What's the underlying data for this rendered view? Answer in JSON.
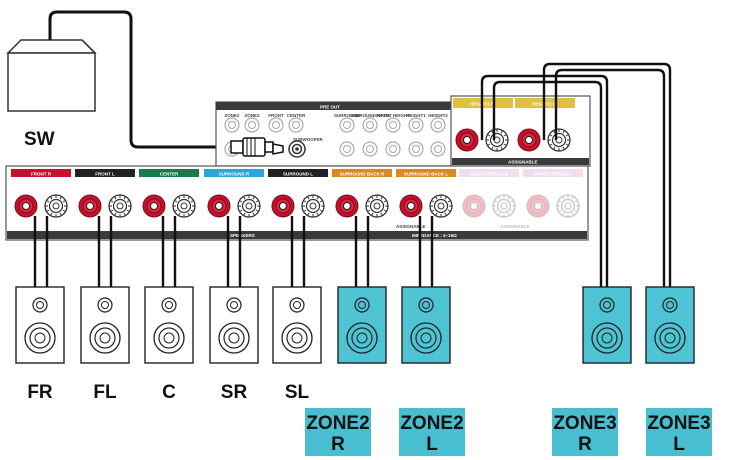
{
  "subwoofer": {
    "label": "SW"
  },
  "panel": {
    "pre_out_title": "PRE OUT",
    "pre_out_labels": [
      "ZONE2",
      "ZONE3",
      "FRONT",
      "CENTER",
      "SURROUND",
      "SURROUND BACK",
      "FRONT HEIGHT",
      "HEIGHT1",
      "HEIGHT2"
    ],
    "subwoofer_label": "SUBWOOFER",
    "speakers_label": "SPEAKERS",
    "assignable_label": "ASSIGNABLE",
    "impedance_label": "IMPEDANCE : 4~16Ω",
    "height_assignable_label": "ASSIGNABLE",
    "plus_symbol": "⊕",
    "minus_symbol": "⊖"
  },
  "terminal_groups": [
    {
      "label": "FRONT R",
      "color": "#c8102e",
      "active": true
    },
    {
      "label": "FRONT L",
      "color": "#222222",
      "active": true
    },
    {
      "label": "CENTER",
      "color": "#1a7a4a",
      "active": true
    },
    {
      "label": "SURROUND R",
      "color": "#29a7d8",
      "active": true
    },
    {
      "label": "SURROUND L",
      "color": "#222222",
      "active": true
    },
    {
      "label": "SURROUND BACK R",
      "color": "#d98a1e",
      "active": true
    },
    {
      "label": "SURROUND BACK L",
      "color": "#d98a1e",
      "active": true
    },
    {
      "label": "FRONT HEIGHT R",
      "color": "#e3b6d8",
      "active": false
    },
    {
      "label": "FRONT HEIGHT L",
      "color": "#e3b6d8",
      "active": false
    }
  ],
  "height_terminals": [
    {
      "label": "HEIGHT1 R",
      "color": "#e0c040"
    },
    {
      "label": "HEIGHT1 L",
      "color": "#e0c040"
    }
  ],
  "speakers": [
    {
      "label": "FR",
      "zone": false
    },
    {
      "label": "FL",
      "zone": false
    },
    {
      "label": "C",
      "zone": false
    },
    {
      "label": "SR",
      "zone": false
    },
    {
      "label": "SL",
      "zone": false
    },
    {
      "label": "",
      "zone": true
    },
    {
      "label": "",
      "zone": true
    },
    {
      "label": "",
      "zone": true
    },
    {
      "label": "",
      "zone": true
    }
  ],
  "zones": [
    {
      "line1": "ZONE2",
      "line2": "R"
    },
    {
      "line1": "ZONE2",
      "line2": "L"
    },
    {
      "line1": "ZONE3",
      "line2": "R"
    },
    {
      "line1": "ZONE3",
      "line2": "L"
    }
  ],
  "colors": {
    "zone_fill": "#4ec3d3",
    "zone_box": "#48bfd0",
    "panel": "#ffffff",
    "panel_border": "#555555",
    "wire": "#111111"
  }
}
